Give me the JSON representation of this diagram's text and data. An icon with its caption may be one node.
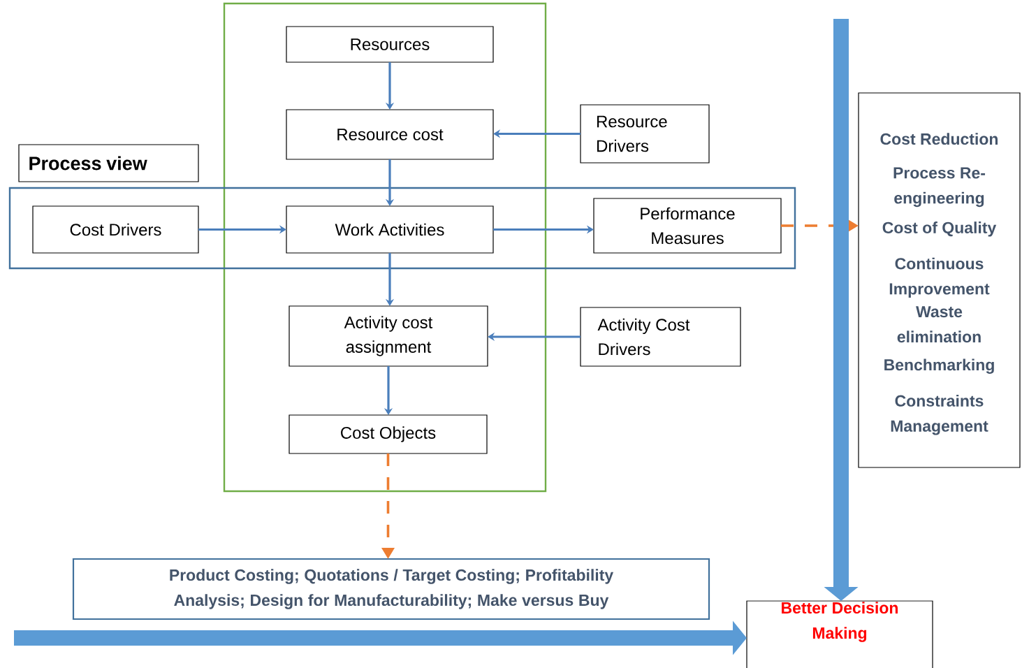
{
  "diagram": {
    "nodes": [
      {
        "text": [],
        "shape": "box"
      },
      {
        "text": [
          "Resources"
        ],
        "in": 0
      },
      {
        "text": [
          "Resource cost"
        ],
        "in": 0
      },
      {
        "text": [
          "Resource Drivers"
        ]
      },
      {
        "text": [
          "Process view"
        ]
      },
      {
        "text": [],
        "shape": "box"
      },
      {
        "text": [
          "Cost Drivers"
        ],
        "in": 5
      },
      {
        "text": [
          "Work Activities"
        ]
      },
      {
        "text": [
          "Performance Measures"
        ],
        "in": 5
      },
      {
        "text": [
          "Cost Reduction",
          "Process Re-engineering",
          "Cost of Quality",
          "Continuous Improvement",
          "Waste elimination",
          "Benchmarking",
          "Constraints Management"
        ]
      },
      {
        "text": [
          "Activity cost assignment"
        ],
        "in": 0
      },
      {
        "text": [
          "Activity Cost Drivers"
        ]
      },
      {
        "text": [
          "Cost Objects"
        ],
        "in": 0
      },
      {
        "text": [
          "Product Costing; Quotations / Target Costing; Profitability Analysis; Design for Manufacturability; Make versus Buy"
        ]
      },
      {
        "text": [
          "Better Decision Making"
        ]
      }
    ],
    "edges": [
      {
        "from": 1,
        "to": 2,
        "arrow": "to"
      },
      {
        "from": 3,
        "to": 2,
        "arrow": "to"
      },
      {
        "from": 2,
        "to": 7,
        "arrow": "to"
      },
      {
        "from": 6,
        "to": 7,
        "arrow": "to"
      },
      {
        "from": 7,
        "to": 8,
        "arrow": "to"
      },
      {
        "from": 8,
        "to": 9,
        "arrow": "to",
        "style": "dashed",
        "color": "#ed7d31"
      },
      {
        "from": 7,
        "to": 10,
        "arrow": "to"
      },
      {
        "from": 11,
        "to": 10,
        "arrow": "to"
      },
      {
        "from": 10,
        "to": 12,
        "arrow": "to"
      },
      {
        "from": 12,
        "to": 13,
        "arrow": "to",
        "style": "dashed",
        "color": "#ed7d31"
      },
      {
        "from": null,
        "to": 14,
        "arrow": "to",
        "style": "thick"
      },
      {
        "from": null,
        "to": 14,
        "arrow": "to",
        "style": "thick"
      }
    ]
  }
}
